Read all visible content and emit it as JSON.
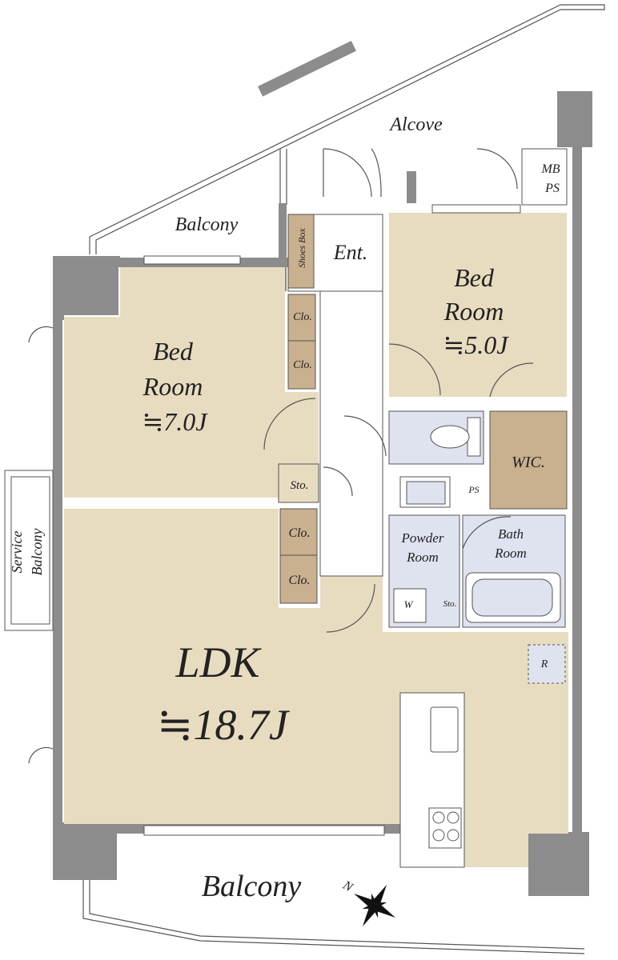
{
  "labels": {
    "alcove": "Alcove",
    "balcony_top": "Balcony",
    "mb_ps_1": "MB",
    "mb_ps_2": "PS",
    "shoes_box": "Shoes Box",
    "entrance": "Ent.",
    "bed2_line1": "Bed",
    "bed2_line2": "Room",
    "bed2_size": "≒5.0J",
    "bed1_line1": "Bed",
    "bed1_line2": "Room",
    "bed1_size": "≒7.0J",
    "clo1": "Clo.",
    "clo2": "Clo.",
    "clo3": "Clo.",
    "clo4": "Clo.",
    "storage1": "Sto.",
    "storage2": "Sto.",
    "wic": "WIC.",
    "ps": "PS",
    "powder1": "Powder",
    "powder2": "Room",
    "bath1": "Bath",
    "bath2": "Room",
    "washer": "W",
    "refrigerator": "R",
    "service1": "Service",
    "service2": "Balcony",
    "ldk": "LDK",
    "ldk_size": "≒18.7J",
    "balcony_bottom": "Balcony",
    "north": "N"
  },
  "colors": {
    "wall": "#8c8c8c",
    "room": "#e8dcc0",
    "wet": "#dfe3ef",
    "closet": "#c9b08e",
    "wic": "#c9b08e"
  }
}
